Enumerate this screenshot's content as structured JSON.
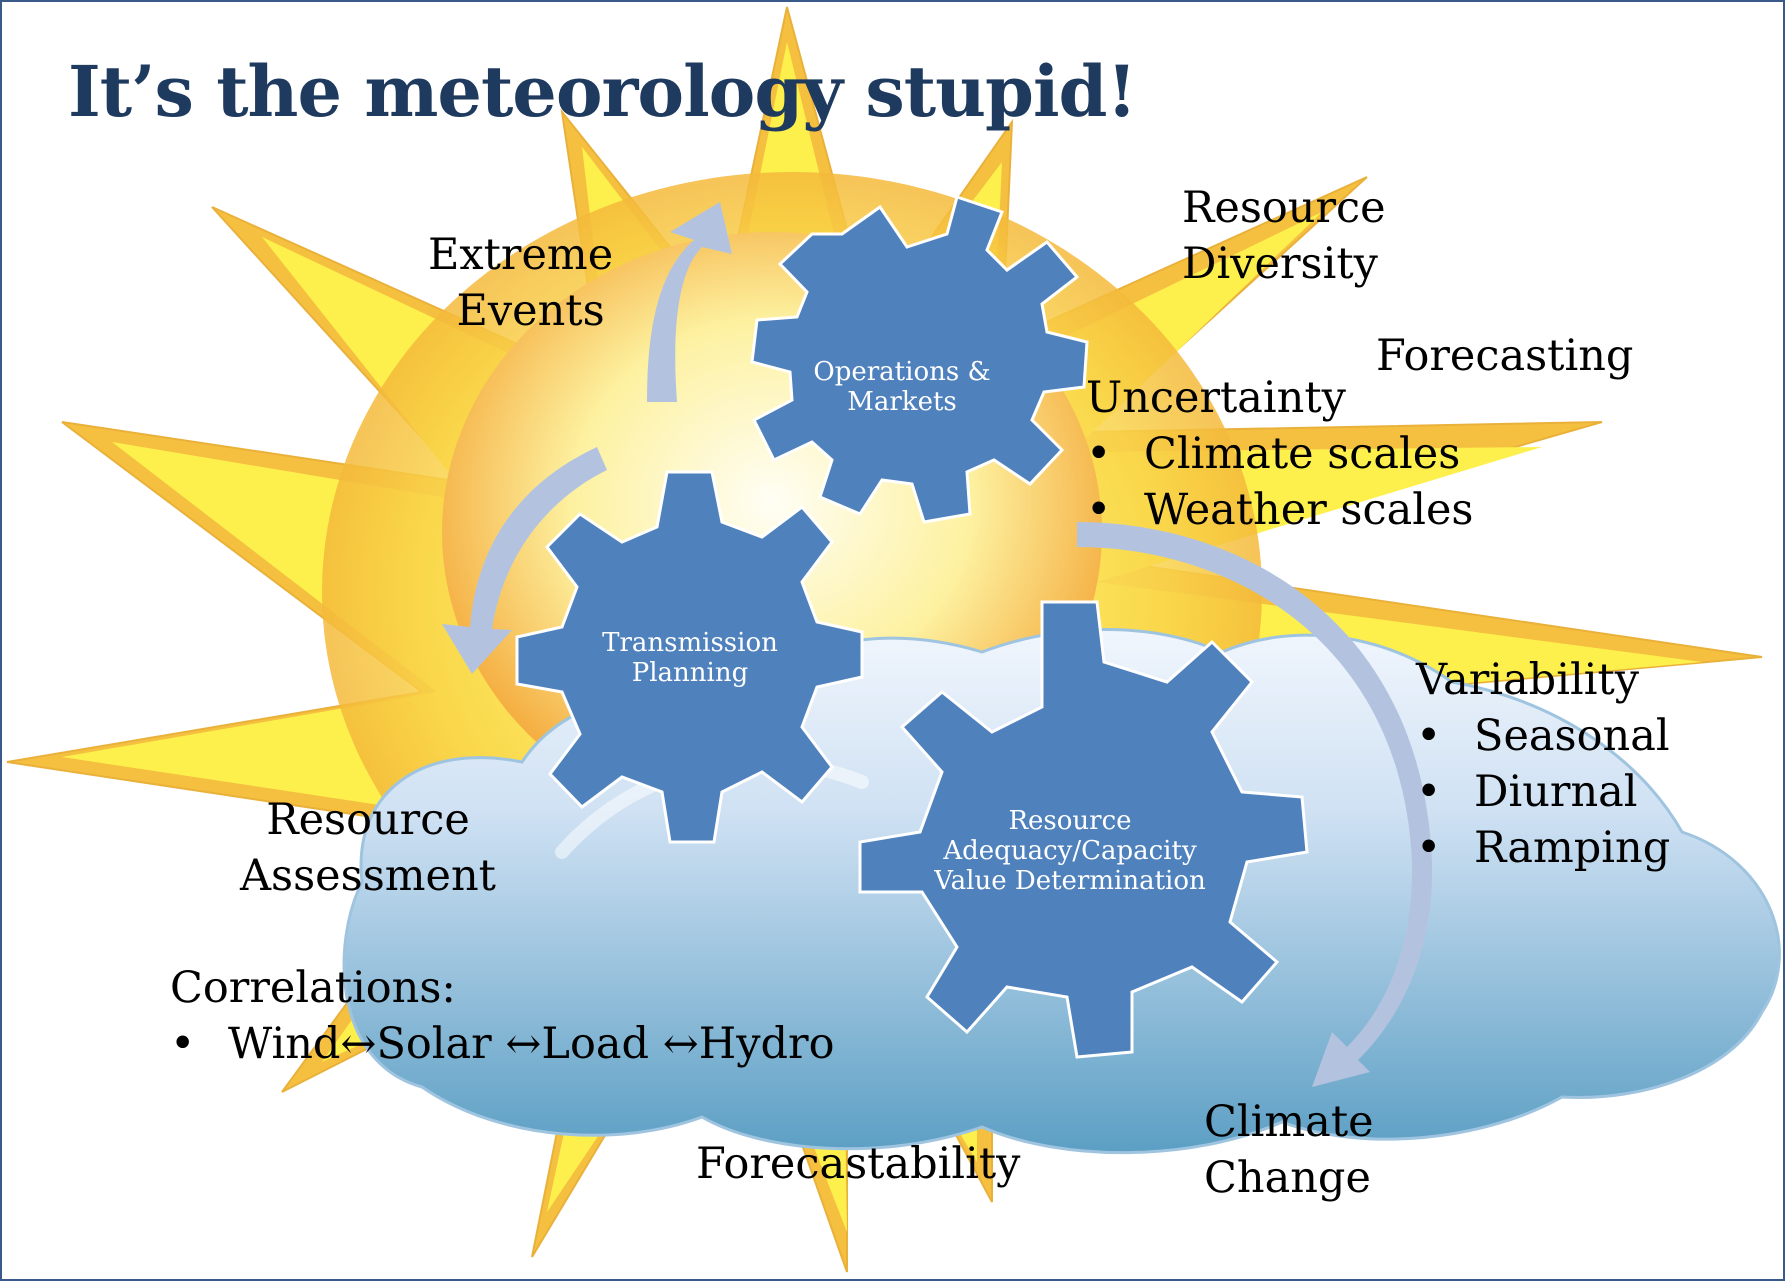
{
  "title": "It’s the meteorology stupid!",
  "gears": [
    {
      "label": "Operations & Markets",
      "lines": [
        "Operations &",
        "Markets"
      ]
    },
    {
      "label": "Transmission Planning",
      "lines": [
        "Transmission",
        "Planning"
      ]
    },
    {
      "label": "Resource Adequacy/Capacity Value Determination",
      "lines": [
        "Resource",
        "Adequacy/Capacity",
        "Value Determination"
      ]
    }
  ],
  "labels": {
    "extreme_events": [
      "Extreme",
      "Events"
    ],
    "resource_diversity": [
      "Resource",
      "Diversity"
    ],
    "forecasting": "Forecasting",
    "uncertainty": {
      "heading": "Uncertainty",
      "bullets": [
        "Climate scales",
        "Weather scales"
      ]
    },
    "variability": {
      "heading": "Variability",
      "bullets": [
        "Seasonal",
        "Diurnal",
        "Ramping"
      ]
    },
    "resource_assessment": [
      "Resource",
      "Assessment"
    ],
    "correlations": {
      "heading": "Correlations:",
      "bullets": [
        "Wind↔Solar ↔Load ↔Hydro"
      ]
    },
    "forecastability": "Forecastability",
    "climate_change": [
      "Climate",
      "Change"
    ]
  },
  "colors": {
    "title": "#1f3a5f",
    "gear_fill": "#4f81bd",
    "sun_outer": "#f7c84a",
    "sun_inner": "#fdf24a",
    "cloud_light": "#e9f2fb",
    "cloud_dark": "#6aa6c8",
    "arrow": "#b3c3df"
  }
}
